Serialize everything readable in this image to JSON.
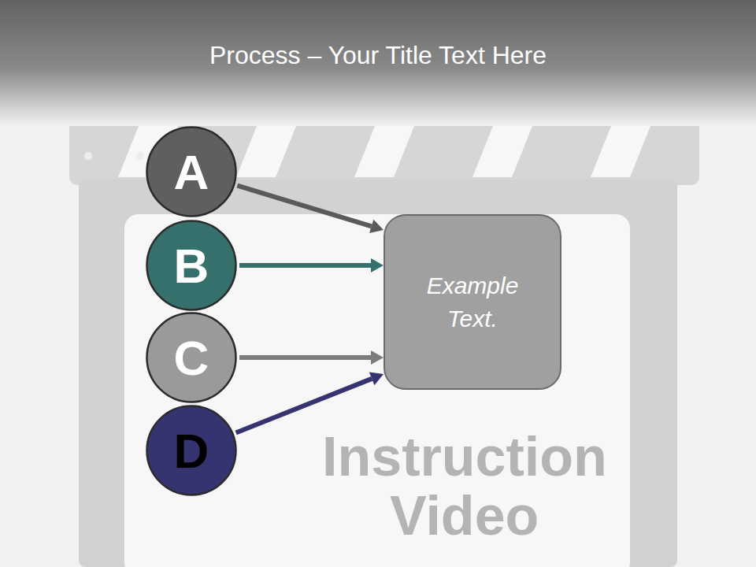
{
  "diagram": {
    "title": "Process – Your Title Text Here",
    "nodes": [
      {
        "text": [
          "A"
        ]
      },
      {
        "text": [
          "B"
        ]
      },
      {
        "text": [
          "C"
        ]
      },
      {
        "text": [
          "D"
        ]
      },
      {
        "text": [
          "Example Text."
        ]
      }
    ],
    "edges": [
      {
        "from": 0,
        "to": 4,
        "arrow": "to"
      },
      {
        "from": 1,
        "to": 4,
        "arrow": "to"
      },
      {
        "from": 2,
        "to": 4,
        "arrow": "to"
      },
      {
        "from": 3,
        "to": 4,
        "arrow": "to"
      }
    ],
    "labels": [
      "Instruction",
      "Video"
    ]
  }
}
